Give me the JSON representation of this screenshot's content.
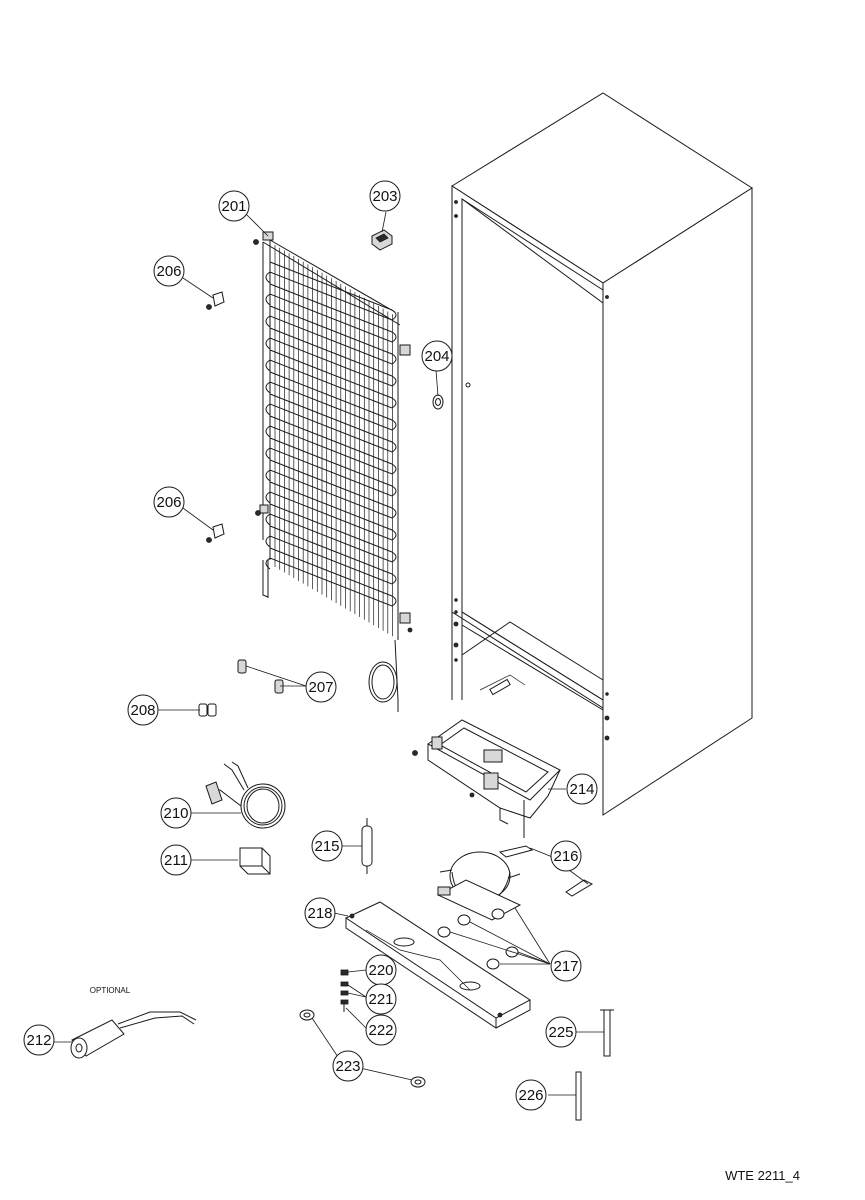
{
  "callouts": {
    "c201": "201",
    "c203": "203",
    "c204": "204",
    "c206a": "206",
    "c206b": "206",
    "c207": "207",
    "c208": "208",
    "c210": "210",
    "c211": "211",
    "c212": "212",
    "c214": "214",
    "c215": "215",
    "c216": "216",
    "c217": "217",
    "c218": "218",
    "c220": "220",
    "c221": "221",
    "c222": "222",
    "c223": "223",
    "c225": "225",
    "c226": "226"
  },
  "optional_label": "OPTIONAL",
  "drawing_code": "WTE 2211_4"
}
